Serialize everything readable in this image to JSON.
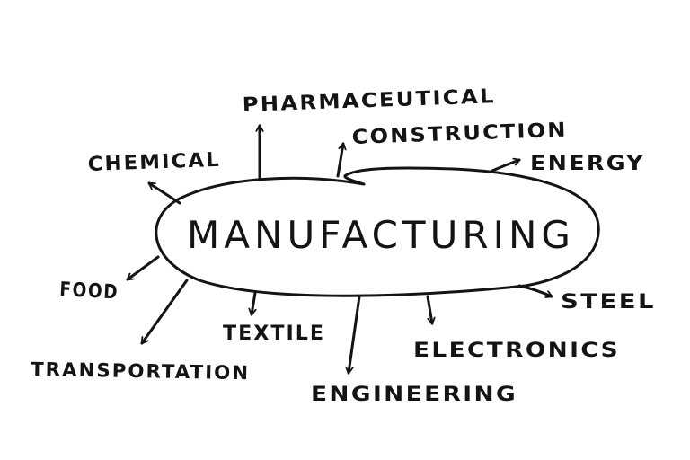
{
  "colors": {
    "ink": "#141414",
    "paper": "#ffffff"
  },
  "center": {
    "label": "MANUFACTURING"
  },
  "branches": [
    {
      "id": "pharmaceutical",
      "label": "PHARMACEUTICAL"
    },
    {
      "id": "construction",
      "label": "CONSTRUCTION"
    },
    {
      "id": "energy",
      "label": "ENERGY"
    },
    {
      "id": "chemical",
      "label": "CHEMICAL"
    },
    {
      "id": "food",
      "label": "FOOD"
    },
    {
      "id": "steel",
      "label": "STEEL"
    },
    {
      "id": "textile",
      "label": "TEXTILE"
    },
    {
      "id": "electronics",
      "label": "ELECTRONICS"
    },
    {
      "id": "transportation",
      "label": "TRANSPORTATION"
    },
    {
      "id": "engineering",
      "label": "ENGINEERING"
    }
  ]
}
